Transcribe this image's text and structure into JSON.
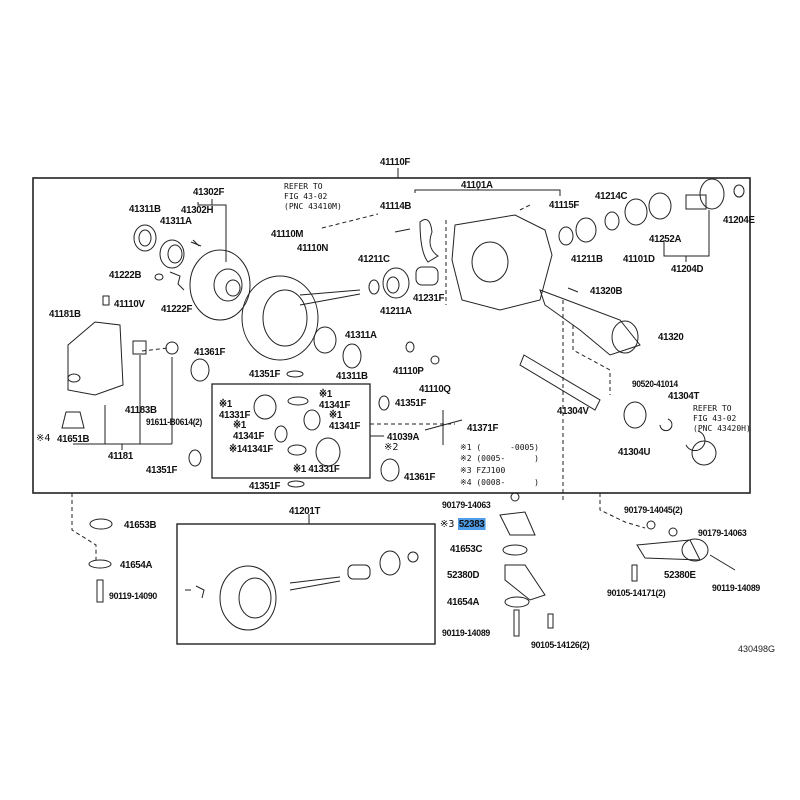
{
  "diagram": {
    "figure_code": "430498G",
    "highlighted_part": "52383",
    "highlight_color": "#4f9de9",
    "assemblies": {
      "main": "41110F",
      "differential_carrier": "41101A",
      "ring_pinion_kit": "41201T",
      "diff_case_kit": "41039A",
      "diff_case_kit_note": "※2"
    },
    "refer_notes": [
      {
        "line1": "REFER TO",
        "line2": "FIG 43-02",
        "line3": "(PNC 43410M)"
      },
      {
        "line1": "REFER TO",
        "line2": "FIG 43-02",
        "line3": "(PNC 43420H)"
      }
    ],
    "legend": [
      {
        "mark": "※1",
        "text": "(      -0005)"
      },
      {
        "mark": "※2",
        "text": "(0005-      )"
      },
      {
        "mark": "※3",
        "text": "FZJ100"
      },
      {
        "mark": "※4",
        "text": "(0008-      )"
      }
    ],
    "parts": {
      "p41311B_top": "41311B",
      "p41302F": "41302F",
      "p41302H": "41302H",
      "p41311A_top": "41311A",
      "p41222B": "41222B",
      "p41110V": "41110V",
      "p41222F": "41222F",
      "p41181B": "41181B",
      "p41110M": "41110M",
      "p41110N": "41110N",
      "p41114B": "41114B",
      "p41211C": "41211C",
      "p41231F": "41231F",
      "p41211A": "41211A",
      "p41115F": "41115F",
      "p41214C": "41214C",
      "p41211B": "41211B",
      "p41101D": "41101D",
      "p41252A": "41252A",
      "p41204D": "41204D",
      "p41204E": "41204E",
      "p41320B": "41320B",
      "p41320": "41320",
      "p41311A_mid": "41311A",
      "p41311B_mid": "41311B",
      "p41110P": "41110P",
      "p41110Q": "41110Q",
      "p41361F_left": "41361F",
      "p41351F_top": "41351F",
      "p41351F_right": "41351F",
      "p41183B": "41183B",
      "p91611": "91611-B0614(2)",
      "p41651B": "41651B",
      "p41651B_mark": "※4",
      "p41181": "41181",
      "p41351F_left": "41351F",
      "p41351F_bottom": "41351F",
      "p41361F_bottom": "41361F",
      "p41371F": "41371F",
      "p41304V": "41304V",
      "p90520": "90520-41014",
      "p41304T": "41304T",
      "p41304U": "41304U",
      "diff_gears": [
        {
          "mark": "※1",
          "part": "41341F"
        },
        {
          "mark": "※1",
          "part": "41331F"
        },
        {
          "mark": "※1",
          "part": "41341F"
        },
        {
          "mark": "※1",
          "part": "41341F"
        },
        {
          "mark": "※1",
          "part": "41341F"
        },
        {
          "mark": "※1",
          "part": "41331F"
        }
      ],
      "p41653B": "41653B",
      "p41654A_left": "41654A",
      "p90119_14090": "90119-14090",
      "p90179_14063_a": "90179-14063",
      "p52383": "52383",
      "p52383_mark": "※3",
      "p41653C": "41653C",
      "p52380D": "52380D",
      "p41654A_right": "41654A",
      "p90119_14089_a": "90119-14089",
      "p90105_14126": "90105-14126(2)",
      "p90179_14045": "90179-14045(2)",
      "p90179_14063_b": "90179-14063",
      "p52380E": "52380E",
      "p90105_14171": "90105-14171(2)",
      "p90119_14089_b": "90119-14089"
    }
  }
}
